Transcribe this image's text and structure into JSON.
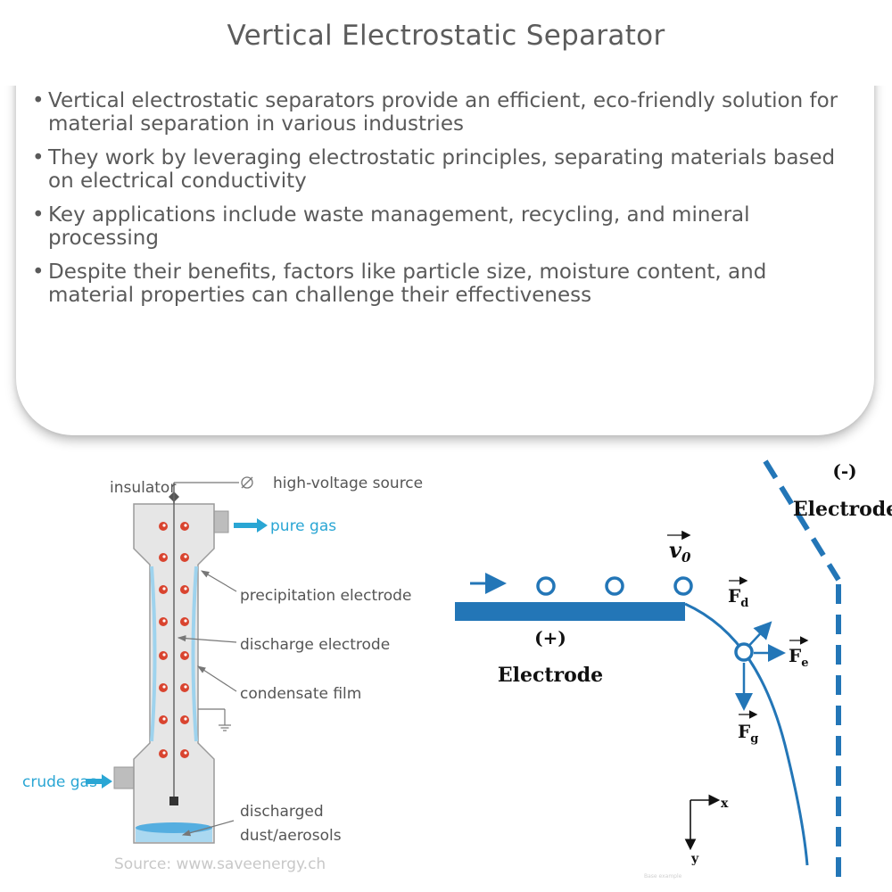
{
  "title": "Vertical Electrostatic Separator",
  "bullets": [
    "Vertical electrostatic separators provide an efficient, eco-friendly solution for material separation in various industries",
    "They work by leveraging electrostatic principles, separating materials based on electrical conductivity",
    "Key applications include waste management, recycling, and mineral processing",
    "Despite their benefits, factors like particle size, moisture content, and material properties can challenge their effectiveness"
  ],
  "bullet_marker": "•",
  "left_diagram": {
    "insulator": "insulator",
    "high_voltage": "high-voltage source",
    "pure_gas": "pure gas",
    "precipitation": "precipitation electrode",
    "discharge": "discharge electrode",
    "condensate": "condensate film",
    "crude_gas": "crude gas",
    "discharged_line1": "discharged",
    "discharged_line2": "dust/aerosols",
    "source": "Source: www.saveenergy.ch",
    "colors": {
      "accent": "#2aa6d4",
      "body": "#e6e6e6",
      "particles": "#d9442f"
    }
  },
  "right_diagram": {
    "neg_sign": "(-)",
    "neg_electrode": "Electrode",
    "pos_sign": "(+)",
    "pos_electrode": "Electrode",
    "v0": "v",
    "v0_sub": "0",
    "fd": "F",
    "fd_sub": "d",
    "fe": "F",
    "fe_sub": "e",
    "fg": "F",
    "fg_sub": "g",
    "axis_x": "x",
    "axis_y": "y",
    "watermark": "Base example",
    "colors": {
      "electrode": "#2376b7"
    }
  }
}
